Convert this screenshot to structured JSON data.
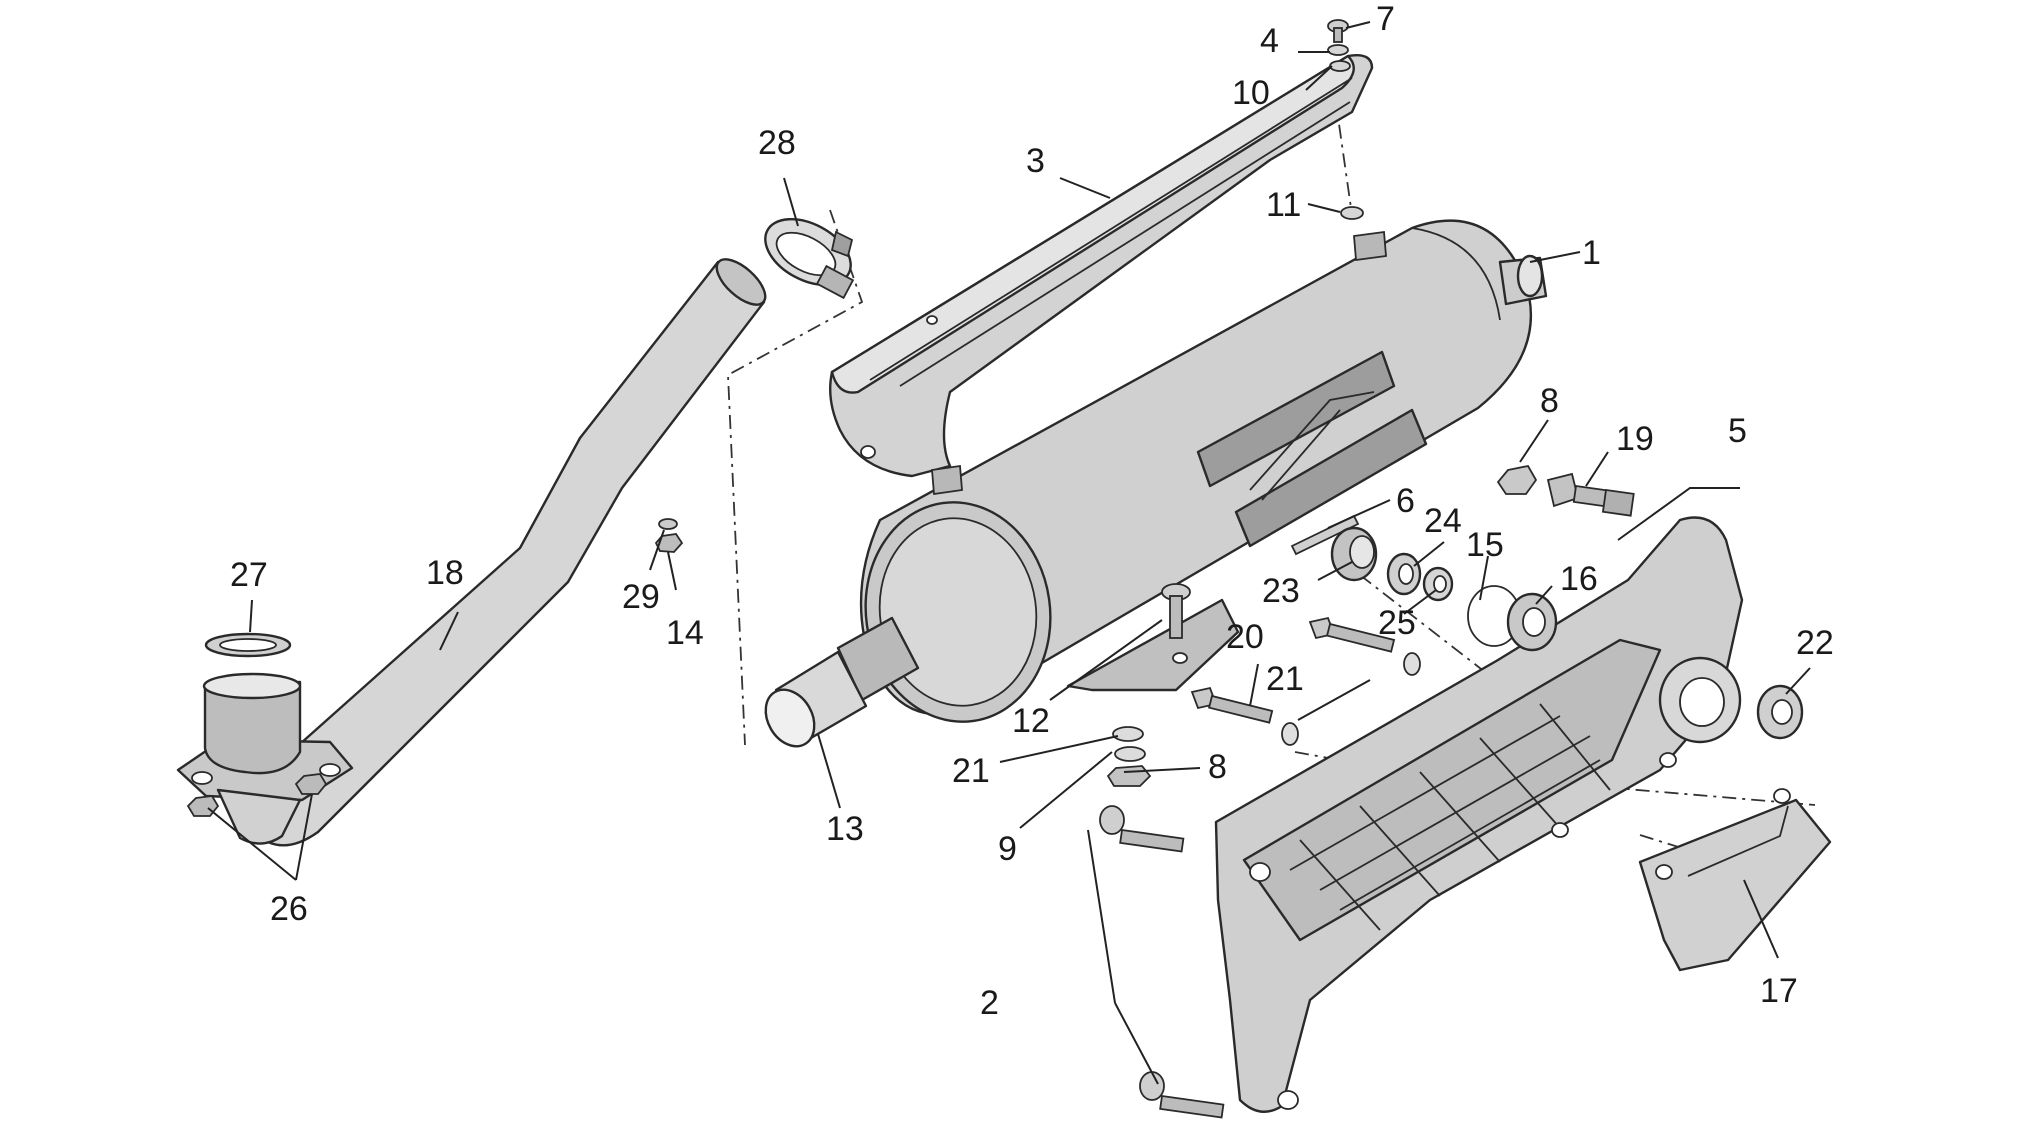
{
  "colors": {
    "background": "#ffffff",
    "part_fill": "#d4d4d4",
    "part_light": "#e6e6e6",
    "part_dark": "#a9a9a9",
    "outline": "#2a2a2a",
    "text": "#1a1a1a"
  },
  "callouts": {
    "c1": "1",
    "c2": "2",
    "c3": "3",
    "c4": "4",
    "c5": "5",
    "c6": "6",
    "c7": "7",
    "c8a": "8",
    "c8b": "8",
    "c9": "9",
    "c10": "10",
    "c11": "11",
    "c12": "12",
    "c13": "13",
    "c14": "14",
    "c15": "15",
    "c16": "16",
    "c17": "17",
    "c18": "18",
    "c19": "19",
    "c20": "20",
    "c21a": "21",
    "c21b": "21",
    "c22": "22",
    "c23": "23",
    "c24": "24",
    "c25": "25",
    "c26": "26",
    "c27": "27",
    "c28": "28",
    "c29": "29"
  }
}
